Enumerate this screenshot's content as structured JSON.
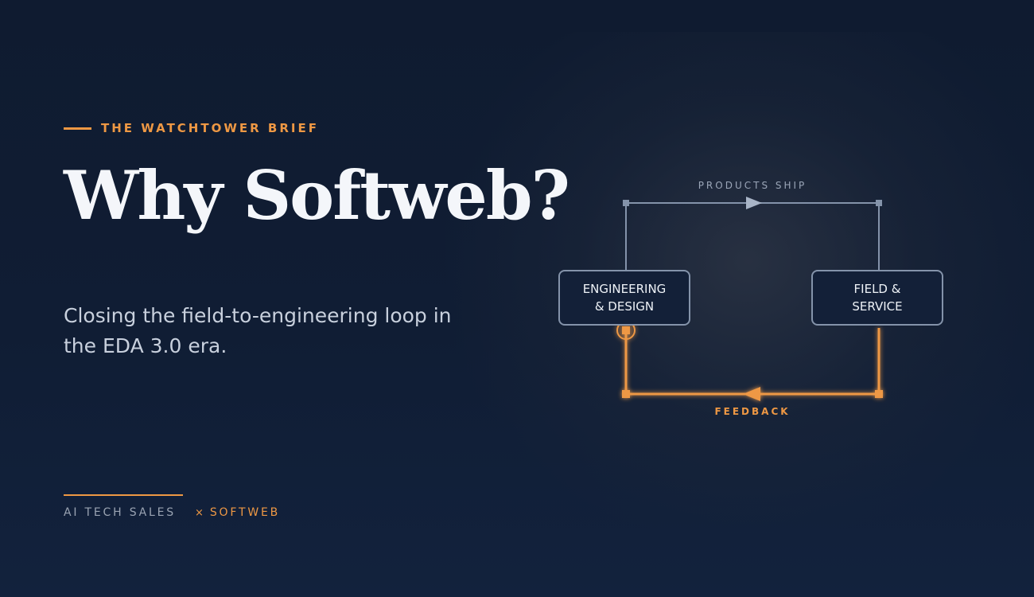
{
  "eyebrow": "THE WATCHTOWER BRIEF",
  "headline": "Why Softweb?",
  "subtitle": "Closing the field-to-engineering loop in the EDA 3.0 era.",
  "diagram": {
    "nodes": {
      "engineering": "ENGINEERING\n& DESIGN",
      "field": "FIELD &\nSERVICE"
    },
    "edges": {
      "top": "PRODUCTS SHIP",
      "bottom": "FEEDBACK"
    }
  },
  "footer": {
    "left": "AI TECH SALES",
    "separator": "×",
    "brand": "SOFTWEB"
  },
  "colors": {
    "accent": "#ee9844",
    "background": "#0f1b30",
    "line": "#8493aa",
    "headline": "#f4f6fa"
  }
}
